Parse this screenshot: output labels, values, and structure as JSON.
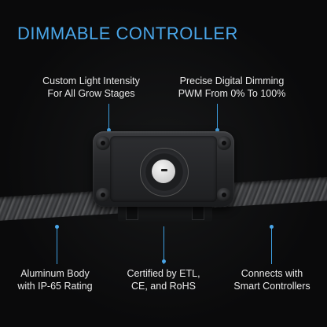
{
  "title": "DIMMABLE CONTROLLER",
  "callouts": {
    "custom_intensity": {
      "line1": "Custom Light Intensity",
      "line2": "For All Grow Stages"
    },
    "digital_dimming": {
      "line1": "Precise Digital Dimming",
      "line2": "PWM From 0% To 100%"
    },
    "aluminum_body": {
      "line1": "Aluminum Body",
      "line2": "with IP-65 Rating"
    },
    "certified": {
      "line1": "Certified by ETL,",
      "line2": "CE, and RoHS"
    },
    "smart": {
      "line1": "Connects with",
      "line2": "Smart Controllers"
    }
  },
  "colors": {
    "accent": "#4aa6e8",
    "text": "#e8e8e8",
    "background": "#0b0b0c"
  }
}
